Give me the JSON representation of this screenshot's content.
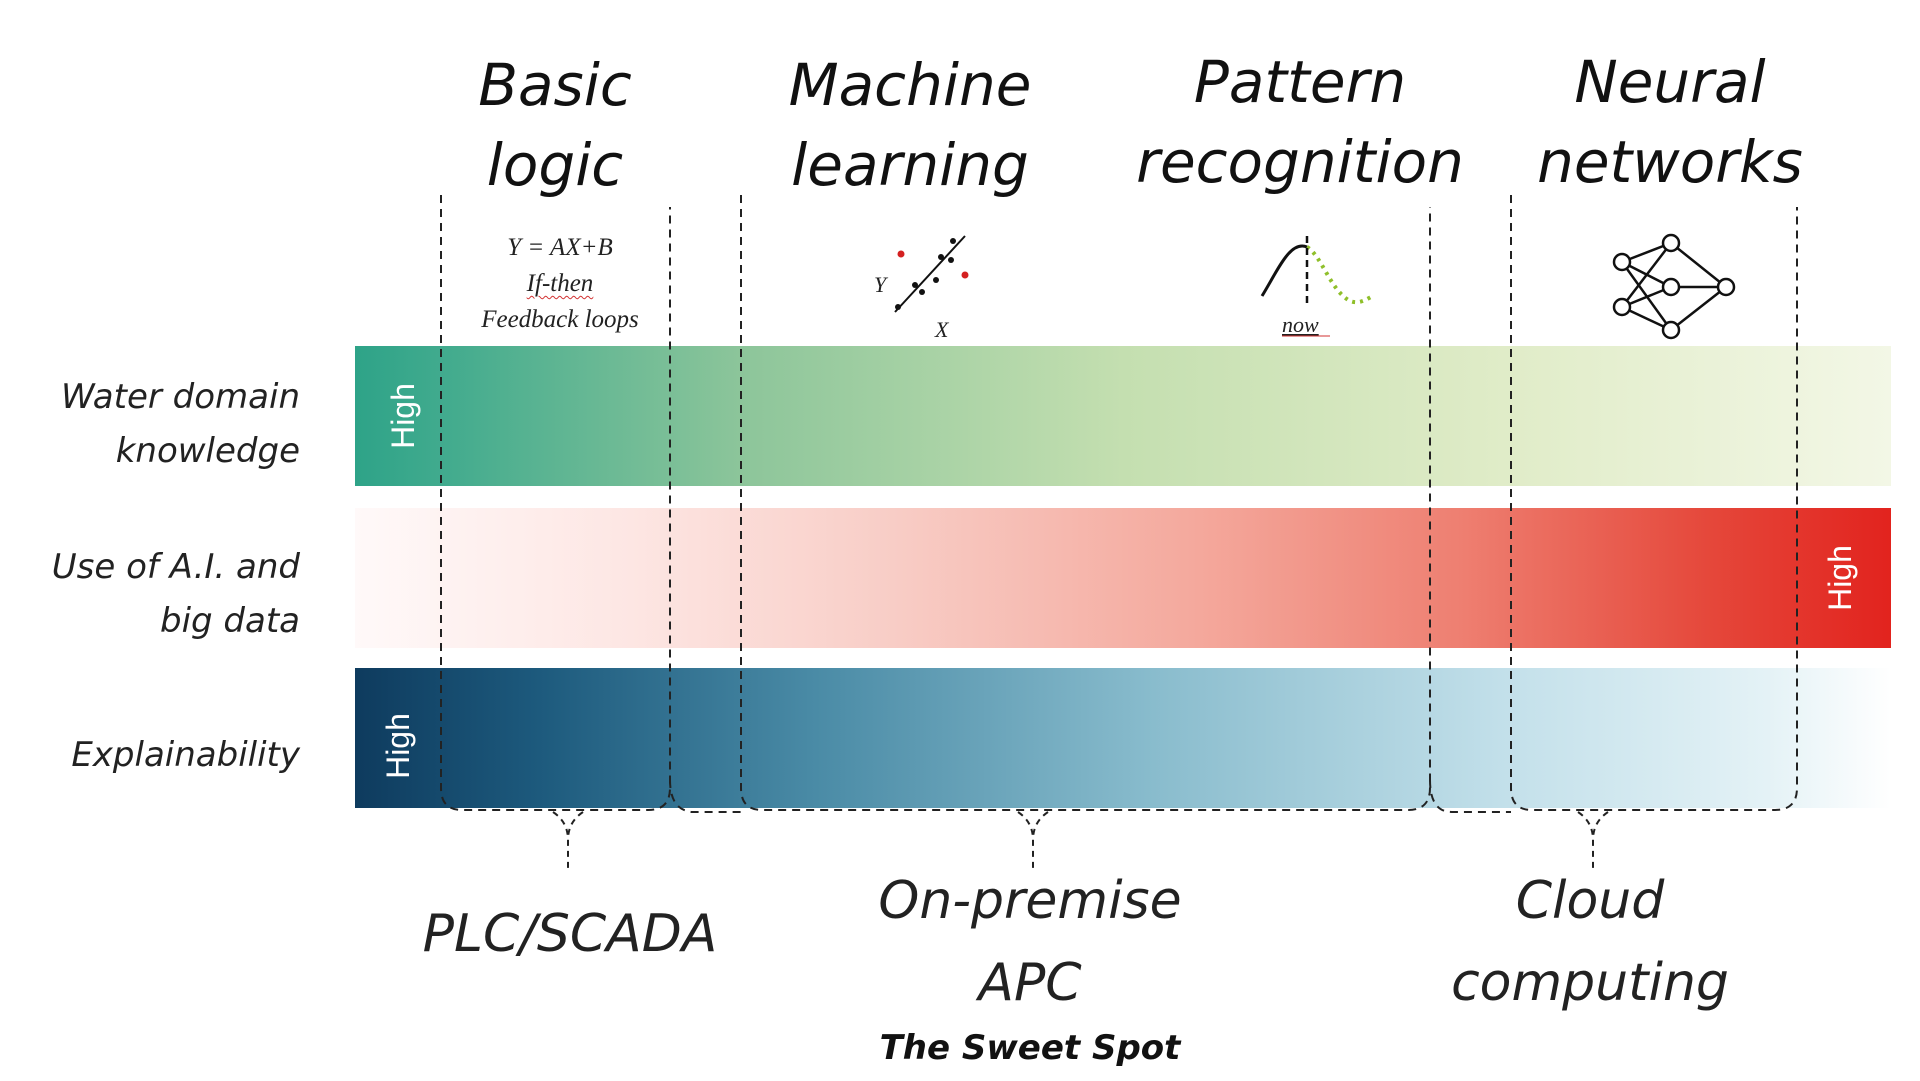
{
  "categories": [
    {
      "line1": "Basic",
      "line2": "logic"
    },
    {
      "line1": "Machine",
      "line2": "learning"
    },
    {
      "line1": "Pattern",
      "line2": "recognition"
    },
    {
      "line1": "Neural",
      "line2": "networks"
    }
  ],
  "basic_logic_examples": [
    "Y = AX+B",
    "If-then",
    "Feedback loops"
  ],
  "ml_axis": {
    "y": "Y",
    "x": "X"
  },
  "pattern_marker": "now",
  "rows": [
    {
      "line1": "Water domain",
      "line2": "knowledge",
      "high": "High"
    },
    {
      "line1": "Use of A.I. and",
      "line2": "big data",
      "high": "High"
    },
    {
      "line1": "Explainability",
      "line2": "",
      "high": "High"
    }
  ],
  "platforms": [
    {
      "line1": "PLC/SCADA",
      "line2": ""
    },
    {
      "line1": "On-premise",
      "line2": "APC"
    },
    {
      "line1": "Cloud",
      "line2": "computing"
    }
  ],
  "sweet_spot": "The Sweet Spot",
  "colors": {
    "water_high": "#2ea388",
    "ai_high": "#e2231e",
    "explain_high": "#0e3b5e"
  }
}
